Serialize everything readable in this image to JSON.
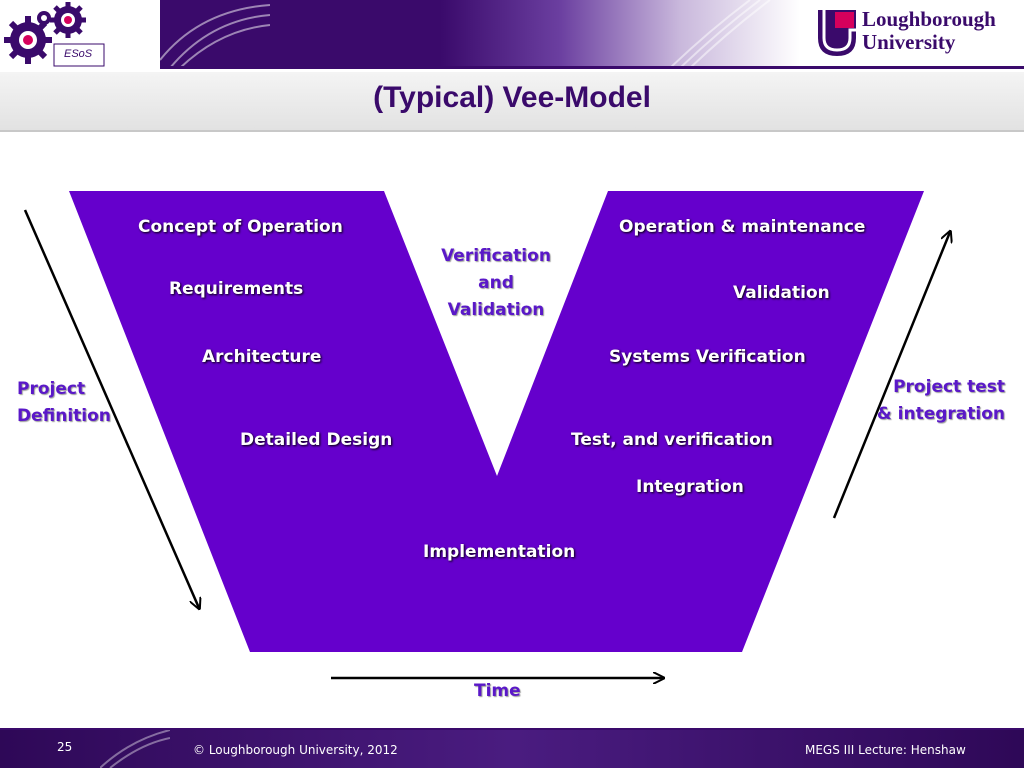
{
  "header": {
    "esos_label": "ESoS",
    "university_line1": "Loughborough",
    "university_line2": "University"
  },
  "slide": {
    "title": "(Typical) Vee-Model"
  },
  "diagram": {
    "left_arm": [
      "Concept of Operation",
      "Requirements",
      "Architecture",
      "Detailed Design"
    ],
    "bottom": "Implementation",
    "right_arm": [
      "Operation & maintenance",
      "Validation",
      "Systems Verification",
      "Test, and verification",
      "Integration"
    ],
    "center_label_lines": [
      "Verification",
      "and",
      "Validation"
    ],
    "left_side_lines": [
      "Project",
      "Definition"
    ],
    "right_side_lines": [
      "Project test",
      "& integration"
    ],
    "time_label": "Time",
    "colors": {
      "vee_fill": "#6500cc",
      "side_text": "#5a18c8",
      "brand": "#3a0a6b",
      "logo_accent": "#d6005c"
    }
  },
  "footer": {
    "page_number": "25",
    "copyright": "© Loughborough University, 2012",
    "lecture": "MEGS III Lecture: Henshaw"
  }
}
